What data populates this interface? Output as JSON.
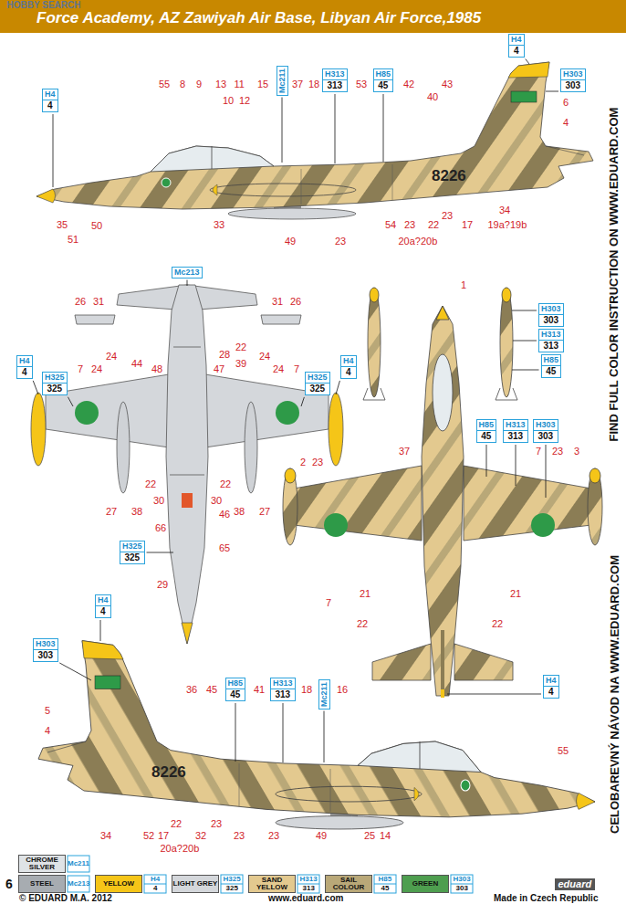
{
  "diagram": {
    "title": "Force Academy, AZ Zawiyah Air Base, Libyan Air Force,1985",
    "nodes": [
      {
        "text": [
          "H4",
          "4"
        ]
      },
      {
        "text": [
          "Mc211"
        ]
      },
      {
        "text": [
          "H313",
          "313"
        ]
      },
      {
        "text": [
          "H85",
          "45"
        ]
      },
      {
        "text": [
          "H4",
          "4"
        ]
      },
      {
        "text": [
          "H303",
          "303"
        ]
      },
      {
        "text": [
          "Mc213"
        ]
      },
      {
        "text": [
          "H4",
          "4"
        ]
      },
      {
        "text": [
          "H325",
          "325"
        ]
      },
      {
        "text": [
          "H325",
          "325"
        ]
      },
      {
        "text": [
          "H4",
          "4"
        ]
      },
      {
        "text": [
          "H325",
          "325"
        ]
      },
      {
        "text": [
          "H303",
          "303"
        ]
      },
      {
        "text": [
          "H313",
          "313"
        ]
      },
      {
        "text": [
          "H85",
          "45"
        ]
      },
      {
        "text": [
          "H85",
          "45"
        ]
      },
      {
        "text": [
          "H313",
          "313"
        ]
      },
      {
        "text": [
          "H303",
          "303"
        ]
      },
      {
        "text": [
          "H4",
          "4"
        ]
      },
      {
        "text": [
          "H4",
          "4"
        ]
      },
      {
        "text": [
          "H303",
          "303"
        ]
      },
      {
        "text": [
          "H85",
          "45"
        ]
      },
      {
        "text": [
          "H313",
          "313"
        ]
      },
      {
        "text": [
          "Mc211"
        ]
      }
    ],
    "labels": [
      "HOBBY SEARCH",
      "8226",
      "8226",
      "55",
      "8",
      "9",
      "13",
      "11",
      "10",
      "12",
      "15",
      "37",
      "18",
      "53",
      "42",
      "43",
      "40",
      "6",
      "4",
      "35",
      "51",
      "50",
      "33",
      "49",
      "23",
      "54",
      "23",
      "22",
      "23",
      "20a?20b",
      "17",
      "34",
      "19a?19b",
      "26",
      "31",
      "31",
      "26",
      "44",
      "48",
      "28",
      "22",
      "39",
      "47",
      "24",
      "24",
      "24",
      "24",
      "7",
      "7",
      "27",
      "38",
      "22",
      "30",
      "30",
      "22",
      "38",
      "27",
      "46",
      "66",
      "65",
      "29",
      "1",
      "37",
      "2",
      "23",
      "7",
      "23",
      "3",
      "7",
      "21",
      "21",
      "22",
      "22",
      "5",
      "4",
      "36",
      "45",
      "41",
      "18",
      "16",
      "55",
      "34",
      "52",
      "17",
      "22",
      "32",
      "23",
      "23",
      "23",
      "49",
      "25",
      "14",
      "20a?20b",
      "FIND FULL COLOR INSTRUCTION ON WWW.EDUARD.COM",
      "CELOBAREVNÝ NÁVOD NA WWW.EDUARD.COM",
      "Mc211",
      "Mc213",
      "H4",
      "4",
      "H325",
      "325",
      "H313",
      "313",
      "H85",
      "45",
      "H303",
      "303",
      "6",
      "eduard",
      "© EDUARD M.A. 2012",
      "www.eduard.com",
      "Made in Czech Republic"
    ],
    "legend": [
      {
        "text": "CHROME SILVER",
        "color": "#dfe3e6"
      },
      {
        "text": "STEEL",
        "color": "#a7acb1"
      },
      {
        "text": "YELLOW",
        "color": "#f5c518"
      },
      {
        "text": "LIGHT GREY",
        "color": "#d4d7db"
      },
      {
        "text": "SAND YELLOW",
        "color": "#e3c98f"
      },
      {
        "text": "SAIL COLOUR",
        "color": "#b9a878"
      },
      {
        "text": "GREEN",
        "color": "#4e9e4f"
      }
    ]
  }
}
